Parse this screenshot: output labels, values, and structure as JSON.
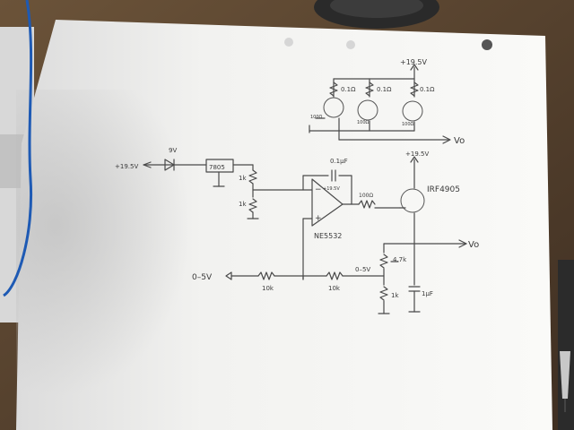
{
  "schematic": {
    "mirror": {
      "supply": "+19.5V",
      "resistors": [
        "0.1Ω",
        "0.1Ω",
        "0.1Ω"
      ],
      "gate_resistors": [
        "100Ω",
        "100Ω",
        "100Ω"
      ],
      "output": "Vo"
    },
    "regulator": {
      "supply_in": "+19.5V",
      "zener": "9V",
      "chip": "7805",
      "divider_top": "1k",
      "divider_bottom": "1k"
    },
    "opamp": {
      "feedback_cap": "0.1μF",
      "supply": "+19.5V",
      "part": "NE5532",
      "minus": "−",
      "plus": "+"
    },
    "driver": {
      "gate_resistor": "100Ω",
      "supply": "+19.5V",
      "mosfet": "IRF4905",
      "output": "Vo",
      "output_cap": "1μF"
    },
    "input": {
      "label": "0–5V",
      "r1": "10k",
      "r2": "10k",
      "sense_label": "0–5V",
      "pot": "4.7k",
      "bottom_resistor": "1k"
    }
  },
  "colors": {
    "paper": "#f4f4f2",
    "pencil": "#3a3a3a",
    "desk": "#5a4634",
    "wire_cable": "#1e5ab4"
  }
}
